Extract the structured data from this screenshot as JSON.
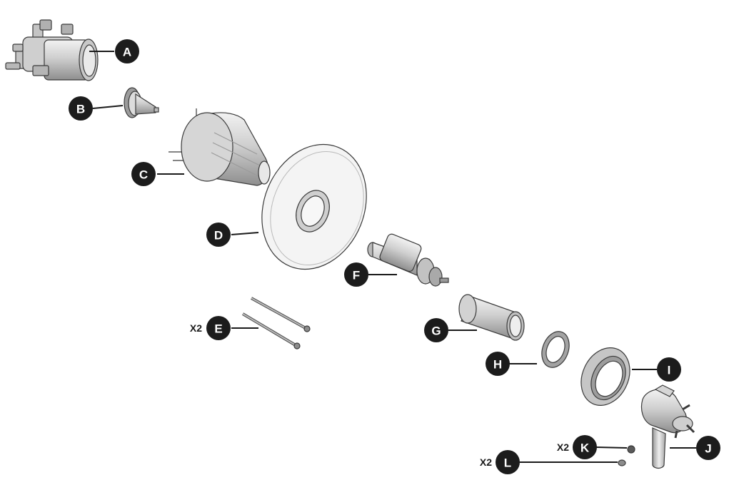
{
  "callouts": [
    {
      "id": "A",
      "letter": "A",
      "qty": ""
    },
    {
      "id": "B",
      "letter": "B",
      "qty": ""
    },
    {
      "id": "C",
      "letter": "C",
      "qty": ""
    },
    {
      "id": "D",
      "letter": "D",
      "qty": ""
    },
    {
      "id": "E",
      "letter": "E",
      "qty": "X2"
    },
    {
      "id": "F",
      "letter": "F",
      "qty": ""
    },
    {
      "id": "G",
      "letter": "G",
      "qty": ""
    },
    {
      "id": "H",
      "letter": "H",
      "qty": ""
    },
    {
      "id": "I",
      "letter": "I",
      "qty": ""
    },
    {
      "id": "J",
      "letter": "J",
      "qty": ""
    },
    {
      "id": "K",
      "letter": "K",
      "qty": "X2"
    },
    {
      "id": "L",
      "letter": "L",
      "qty": "X2"
    }
  ],
  "colors": {
    "badge": "#1c1c1c",
    "part_fill": "#d9d9d9",
    "part_shade": "#a9a9a9",
    "outline": "#3a3a3a"
  }
}
